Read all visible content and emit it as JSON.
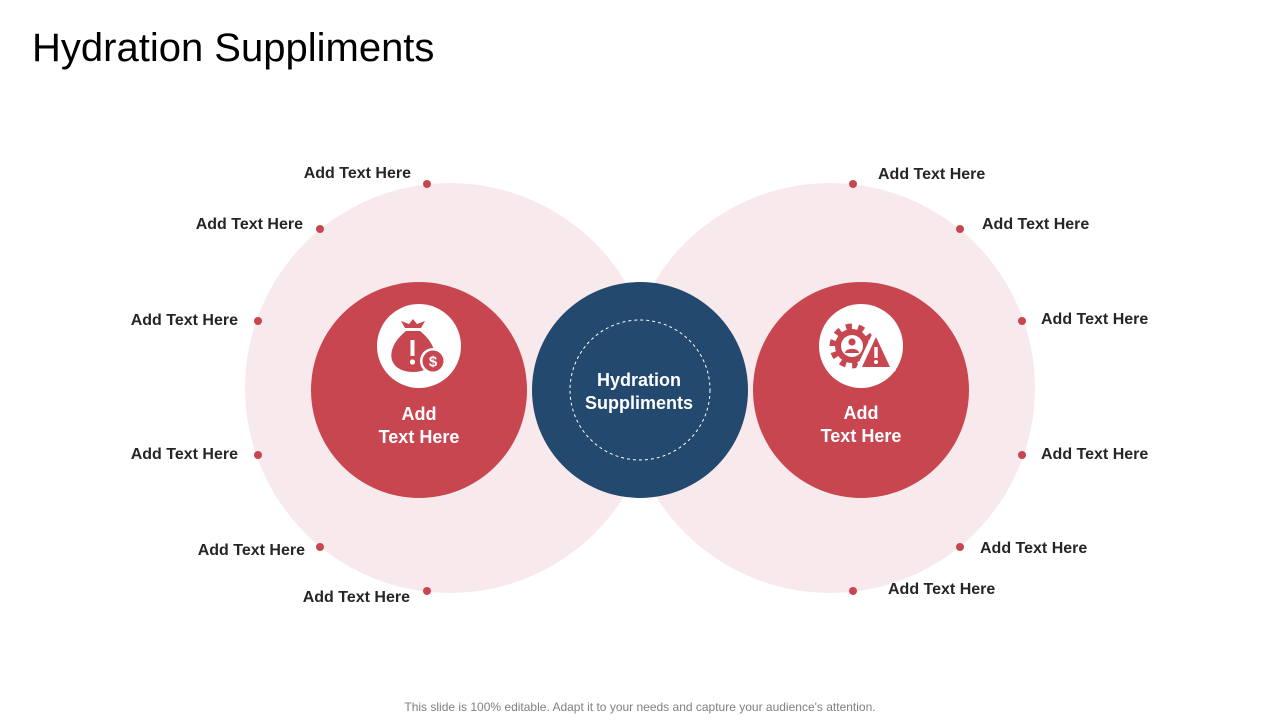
{
  "title": "Hydration Suppliments",
  "center": {
    "line1": "Hydration",
    "line2": "Suppliments"
  },
  "left_node": {
    "line1": "Add",
    "line2": "Text Here",
    "icon": "money-bag-alert-icon"
  },
  "right_node": {
    "line1": "Add",
    "line2": "Text Here",
    "icon": "gear-user-warning-icon"
  },
  "left_labels": [
    "Add  Text Here",
    "Add  Text Here",
    "Add  Text Here",
    "Add  Text Here",
    "Add  Text Here",
    "Add  Text Here"
  ],
  "right_labels": [
    "Add  Text Here",
    "Add  Text Here",
    "Add  Text Here",
    "Add  Text Here",
    "Add  Text Here",
    "Add  Text Here"
  ],
  "footer": "This slide is 100% editable. Adapt it to your needs and capture your audience's attention.",
  "colors": {
    "accent": "#c84650",
    "navy": "#23496e",
    "halo": "#f8e9ec",
    "text": "#262626"
  }
}
